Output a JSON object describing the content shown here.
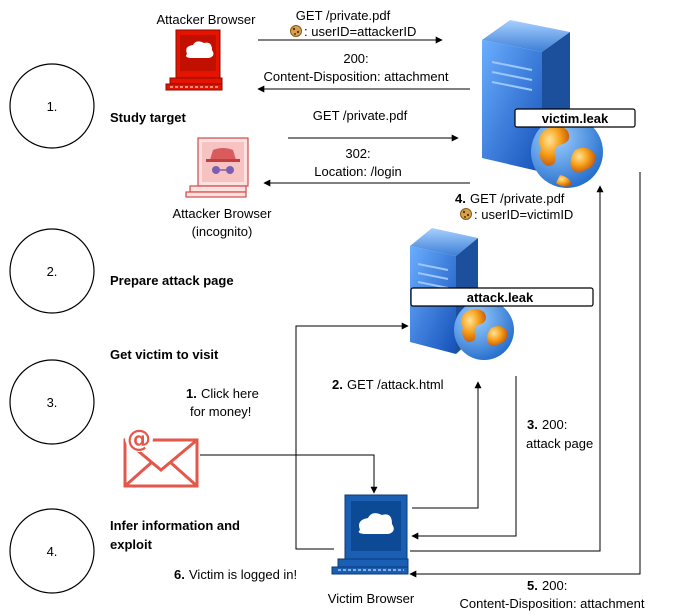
{
  "steps": [
    {
      "number": "1.",
      "title": "Study target"
    },
    {
      "number": "2.",
      "title": "Prepare attack page"
    },
    {
      "number": "3.",
      "title": "Get victim to visit"
    },
    {
      "number": "4.",
      "title": "Infer information and exploit"
    }
  ],
  "actors": {
    "attacker_browser": "Attacker Browser",
    "attacker_incognito_line1": "Attacker Browser",
    "attacker_incognito_line2": "(incognito)",
    "victim_browser": "Victim Browser",
    "victim_server": "victim.leak",
    "attack_server": "attack.leak"
  },
  "messages": {
    "req1_line1": "GET /private.pdf",
    "req1_line2": ": userID=attackerID",
    "resp1_line1": "200:",
    "resp1_line2": "Content-Disposition: attachment",
    "req2": "GET /private.pdf",
    "resp2_line1": "302:",
    "resp2_line2": "Location: /login",
    "m1_num": "1.",
    "m1_line1": "Click here",
    "m1_line2": "for money!",
    "m2_num": "2.",
    "m2_text": "GET /attack.html",
    "m3_num": "3.",
    "m3_line1": "200:",
    "m3_line2": "attack page",
    "m4_num": "4.",
    "m4_line1": "GET /private.pdf",
    "m4_line2": ": userID=victimID",
    "m5_num": "5.",
    "m5_line1": "200:",
    "m5_line2": "Content-Disposition: attachment",
    "m6_num": "6.",
    "m6_text": "Victim is logged in!"
  },
  "icons": {
    "cookie": "cookie-icon",
    "email": "email-at-icon",
    "server": "server-globe-icon",
    "browser": "computer-browser-icon",
    "spy": "incognito-spy-icon"
  },
  "colors": {
    "attacker_red": "#e51400",
    "victim_blue": "#1a5fb4",
    "server_blue": "#2f7de1",
    "globe_orange": "#f08a00",
    "spy_pink": "#f3b5b5"
  }
}
